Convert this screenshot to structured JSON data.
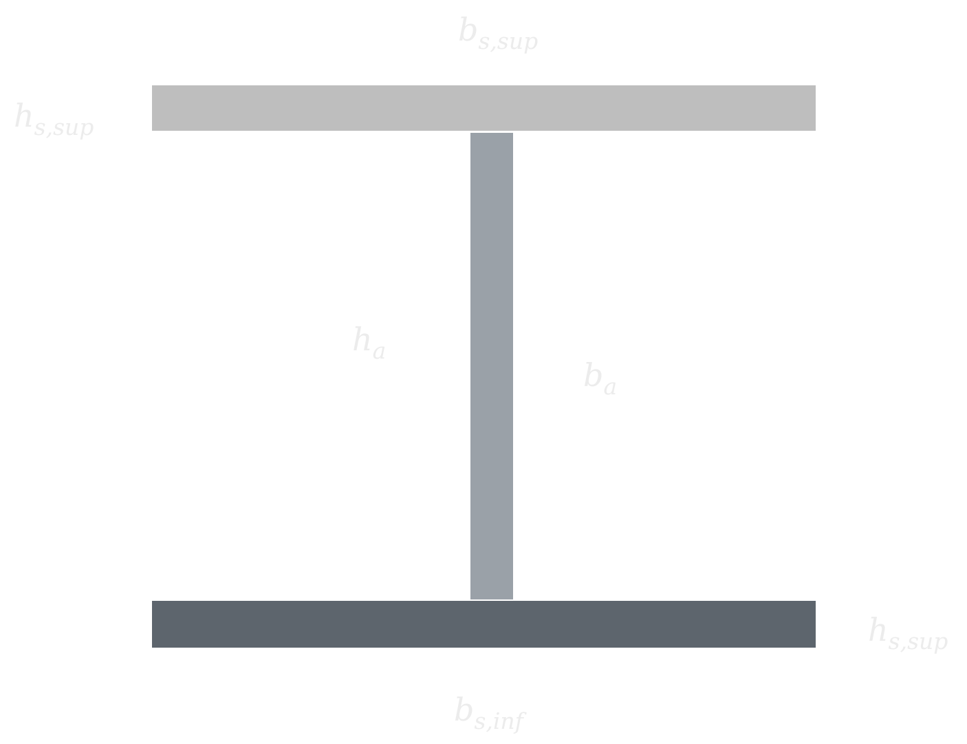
{
  "colors": {
    "top_flange": "#bebebe",
    "web": "#9aa1a8",
    "bottom_flange": "#5d656d",
    "label_text": "#ececec"
  },
  "labels": {
    "b_s_sup": {
      "base": "b",
      "sub": "s,sup"
    },
    "h_s_sup_left": {
      "base": "h",
      "sub": "s,sup"
    },
    "h_a": {
      "base": "h",
      "sub": "a"
    },
    "b_a": {
      "base": "b",
      "sub": "a"
    },
    "h_s_sup_right": {
      "base": "h",
      "sub": "s,sup"
    },
    "b_s_inf": {
      "base": "b",
      "sub": "s,inf"
    }
  }
}
